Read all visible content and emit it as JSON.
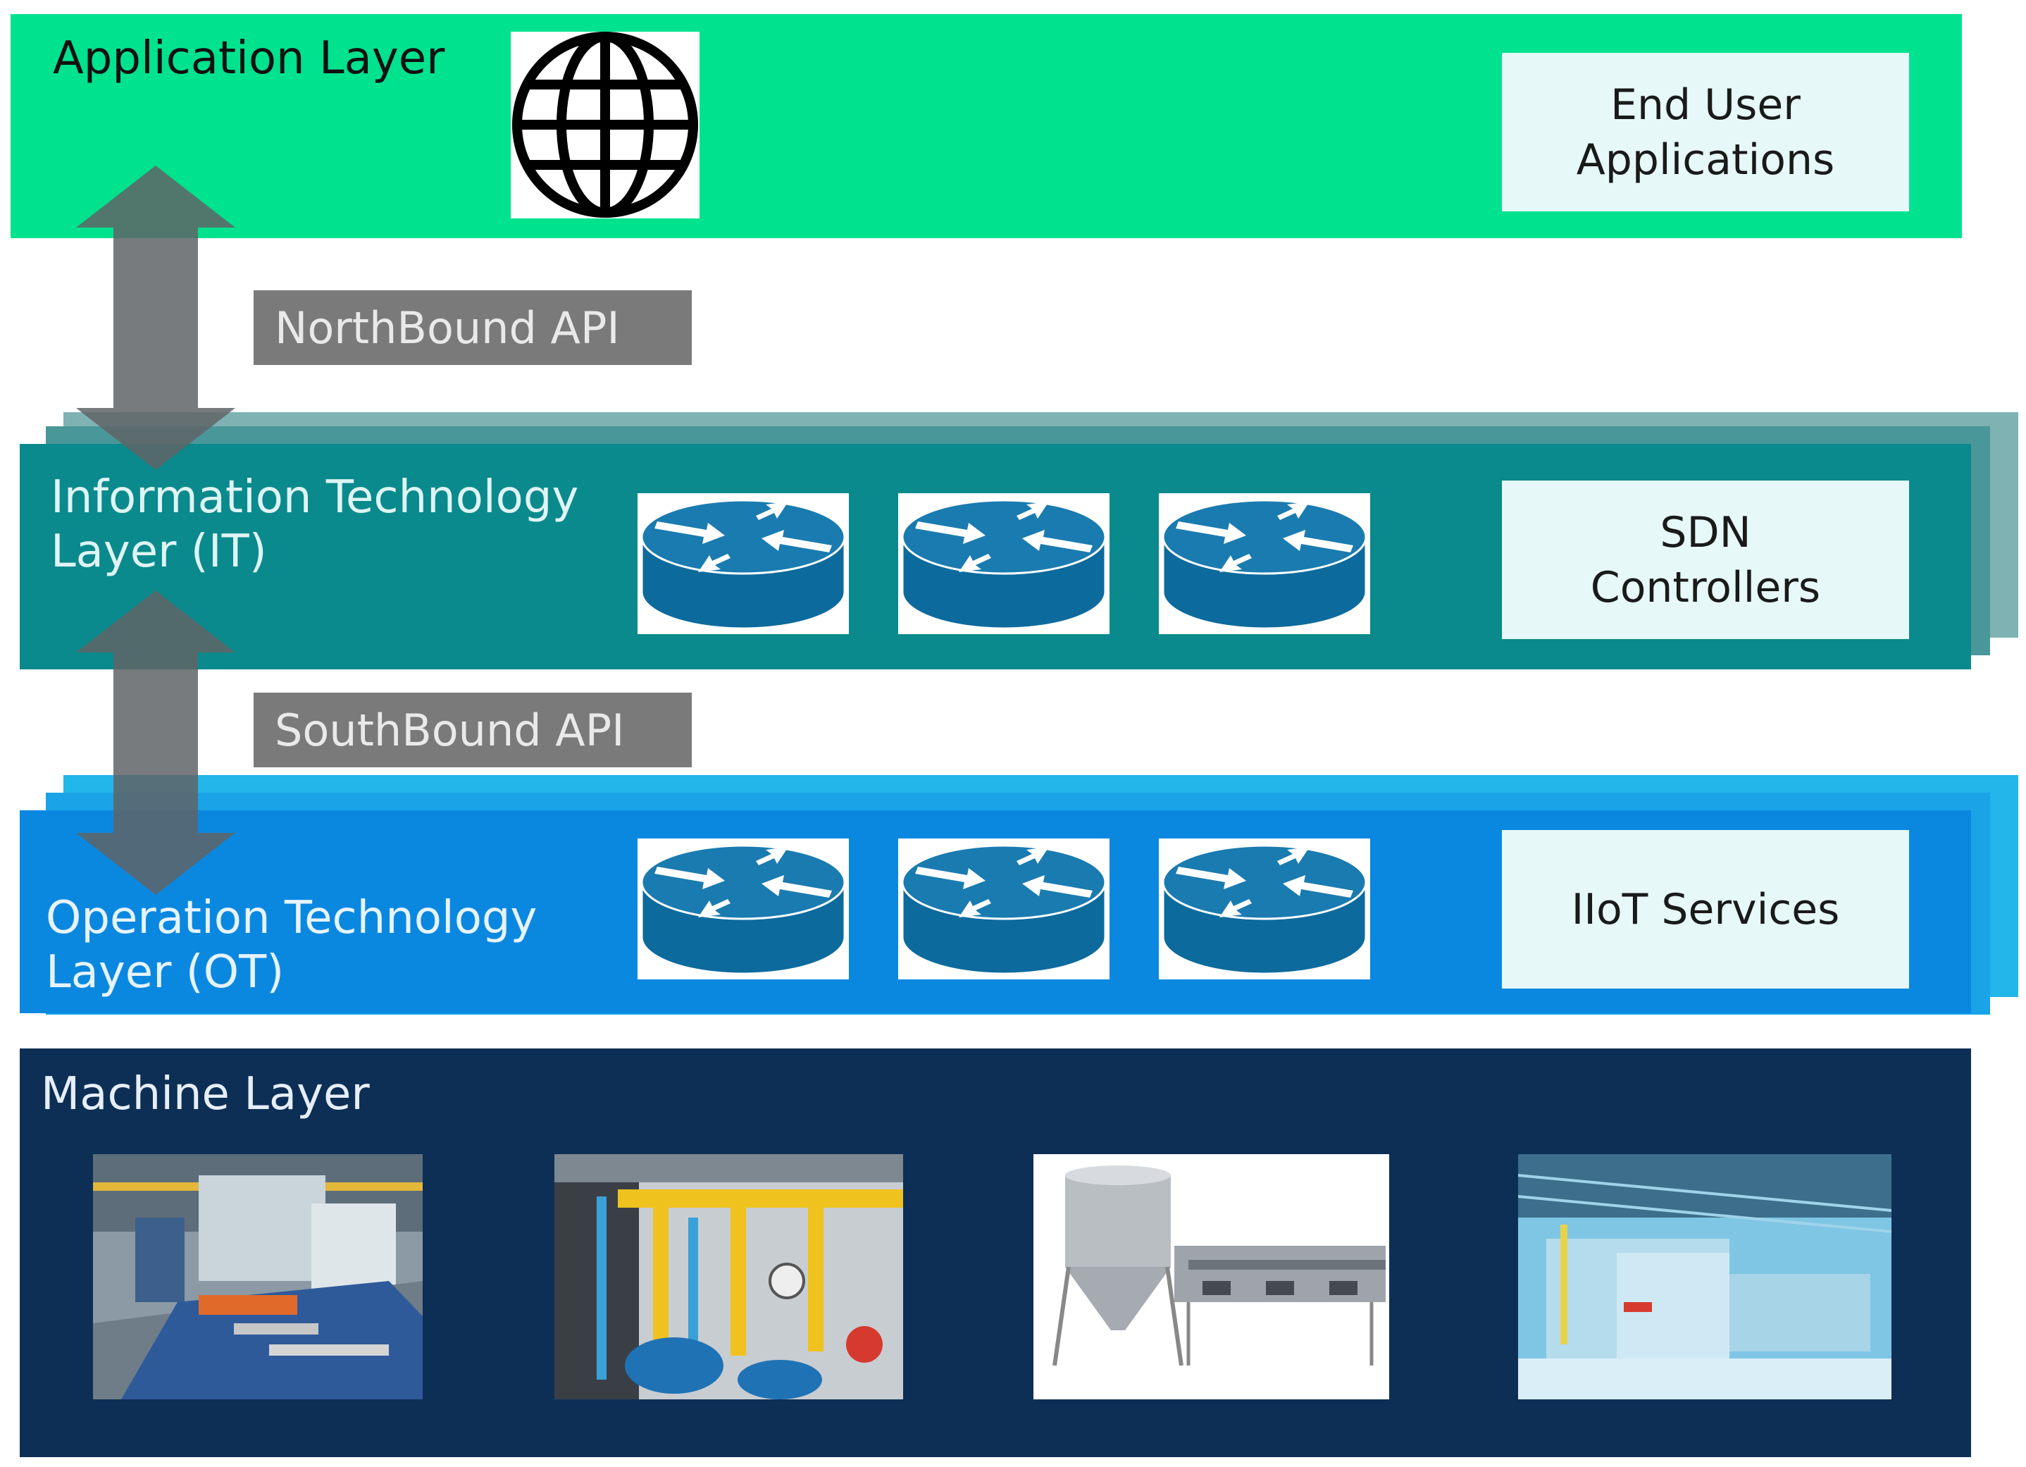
{
  "layers": {
    "application": {
      "title": "Application Layer",
      "box": "End User\nApplications",
      "color": "#00e28e"
    },
    "it": {
      "title": "Information Technology\nLayer (IT)",
      "box": "SDN\nControllers",
      "color": "#0a8a8c"
    },
    "ot": {
      "title": "Operation Technology\nLayer (OT)",
      "box": "IIoT Services",
      "color": "#0a88e0"
    },
    "machine": {
      "title": "Machine Layer",
      "color": "#0d2f56"
    }
  },
  "apis": {
    "northbound": "NorthBound API",
    "southbound": "SouthBound API"
  },
  "icons": {
    "globe": "globe-icon",
    "router": "router-icon"
  }
}
